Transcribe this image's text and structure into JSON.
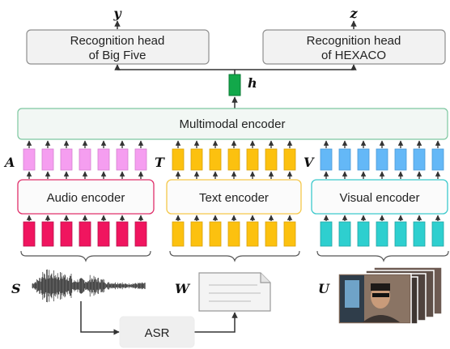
{
  "outputs": {
    "y": "y",
    "z": "z"
  },
  "heads": {
    "bigfive": [
      "Recognition head",
      "of Big Five"
    ],
    "hexaco": [
      "Recognition head",
      "of HEXACO"
    ]
  },
  "h_label": "h",
  "multimodal": "Multimodal encoder",
  "features": {
    "A": "A",
    "T": "T",
    "V": "V"
  },
  "encoders": {
    "audio": "Audio encoder",
    "text": "Text encoder",
    "visual": "Visual encoder"
  },
  "inputs": {
    "S": "S",
    "W": "W",
    "U": "U"
  },
  "asr": "ASR",
  "colors": {
    "audio_feat": "#f59ef0",
    "audio_in": "#f0155f",
    "text": "#fcc10f",
    "visual_feat": "#64b8f7",
    "visual_in": "#2ecfcf",
    "h_vec": "#12a84a",
    "box_fill": "#f2f2f2",
    "box_stroke": "#9a9a9a"
  }
}
